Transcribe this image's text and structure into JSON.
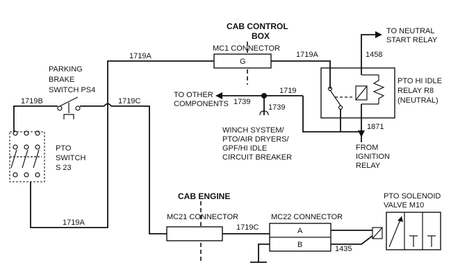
{
  "headings": {
    "cab_control_box_line1": "CAB CONTROL",
    "cab_control_box_line2": "BOX",
    "cab_engine": "CAB ENGINE"
  },
  "connectors": {
    "mc1": {
      "label": "MC1 CONNECTOR",
      "pin": "G"
    },
    "mc21": {
      "label": "MC21 CONNECTOR"
    },
    "mc22": {
      "label": "MC22 CONNECTOR",
      "pin_a": "A",
      "pin_b": "B"
    }
  },
  "components": {
    "parking_brake": [
      "PARKING",
      "BRAKE",
      "SWITCH PS4"
    ],
    "pto_switch": [
      "PTO",
      "SWITCH",
      "S 23"
    ],
    "to_other": [
      "TO OTHER",
      "COMPONENTS"
    ],
    "winch": [
      "WINCH SYSTEM/",
      "PTO/AIR DRYERS/",
      "GPF/HI IDLE",
      "CIRCUIT BREAKER"
    ],
    "relay": [
      "PTO HI IDLE",
      "RELAY R8",
      "(NEUTRAL)"
    ],
    "to_neutral": [
      "TO NEUTRAL",
      "START RELAY"
    ],
    "from_ignition": [
      "FROM",
      "IGNITION",
      "RELAY"
    ],
    "solenoid": [
      "PTO SOLENOID",
      "VALVE M10"
    ]
  },
  "wires": {
    "w1719a_top": "1719A",
    "w1719a_right": "1719A",
    "w1719b": "1719B",
    "w1719c_top": "1719C",
    "w1719c_bottom": "1719C",
    "w1719a_bottom": "1719A",
    "w1719": "1719",
    "w1739_left": "1739",
    "w1739_down": "1739",
    "w1458": "1458",
    "w1871": "1871",
    "w1435": "1435"
  }
}
